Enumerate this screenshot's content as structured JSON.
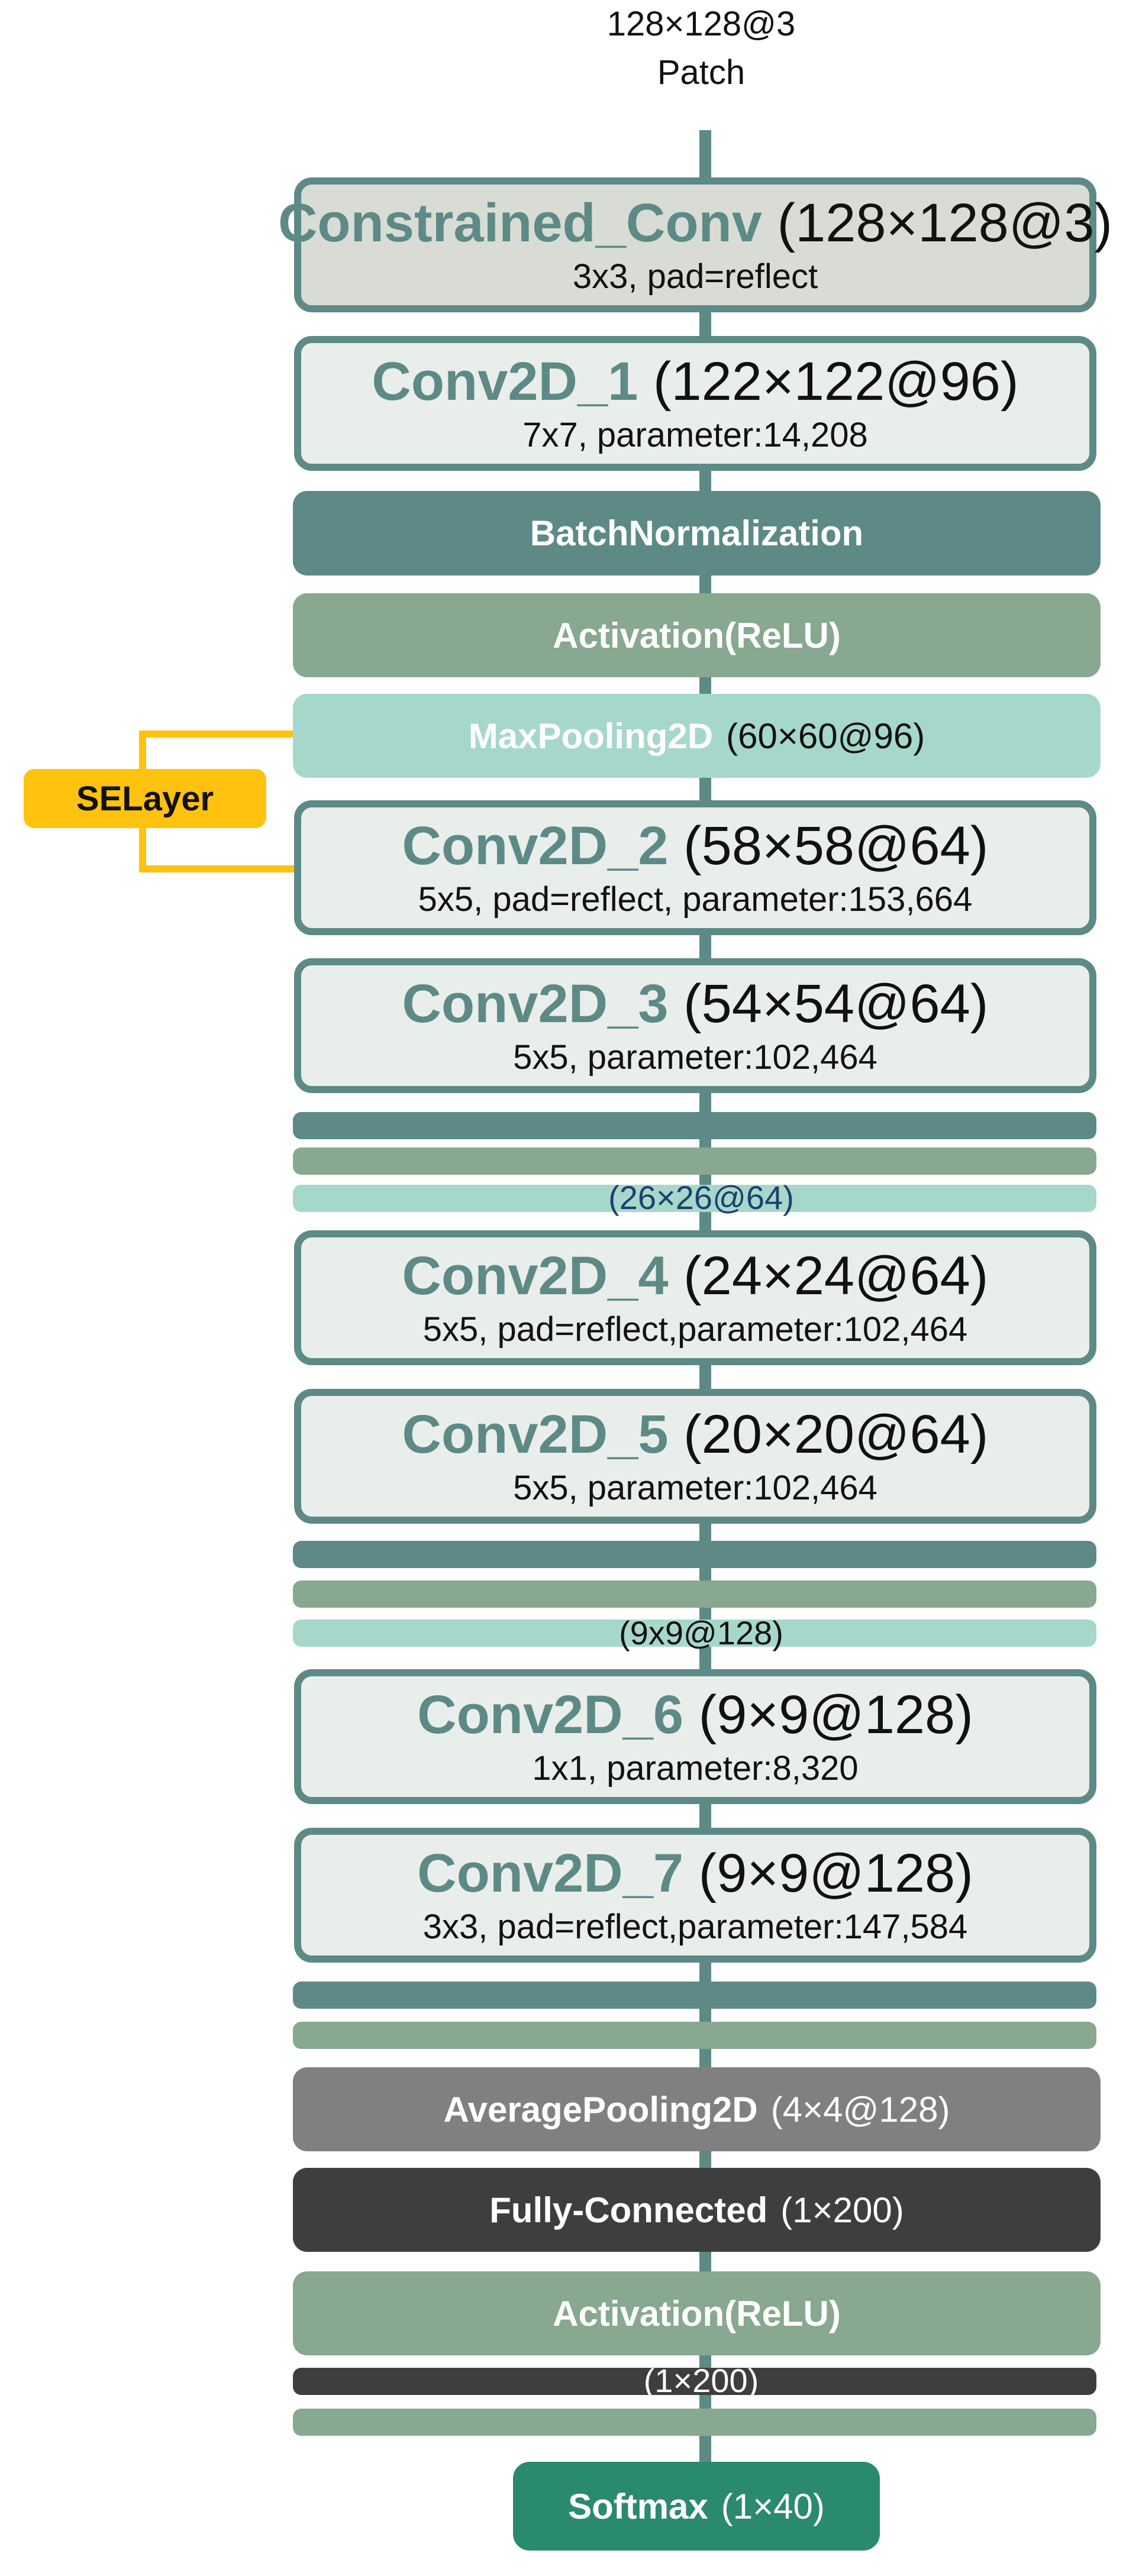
{
  "input": {
    "dims": "128×128@3",
    "label": "Patch"
  },
  "layers": {
    "constrained_conv": {
      "name": "Constrained_Conv",
      "dims": "(128×128@3)",
      "detail": "3x3, pad=reflect"
    },
    "conv2d_1": {
      "name": "Conv2D_1",
      "dims": "(122×122@96)",
      "detail": "7x7, parameter:14,208"
    },
    "batchnorm": {
      "name": "BatchNormalization"
    },
    "activation_1": {
      "name": "Activation(ReLU)"
    },
    "maxpool_1": {
      "name": "MaxPooling2D",
      "dims": "(60×60@96)"
    },
    "selayer": {
      "name": "SELayer"
    },
    "conv2d_2": {
      "name": "Conv2D_2",
      "dims": "(58×58@64)",
      "detail": "5x5, pad=reflect, parameter:153,664"
    },
    "conv2d_3": {
      "name": "Conv2D_3",
      "dims": "(54×54@64)",
      "detail": "5x5, parameter:102,464"
    },
    "pool_2_dims": "(26×26@64)",
    "conv2d_4": {
      "name": "Conv2D_4",
      "dims": "(24×24@64)",
      "detail": "5x5, pad=reflect,parameter:102,464"
    },
    "conv2d_5": {
      "name": "Conv2D_5",
      "dims": "(20×20@64)",
      "detail": "5x5, parameter:102,464"
    },
    "pool_3_dims": "(9x9@128)",
    "conv2d_6": {
      "name": "Conv2D_6",
      "dims": "(9×9@128)",
      "detail": "1x1, parameter:8,320"
    },
    "conv2d_7": {
      "name": "Conv2D_7",
      "dims": "(9×9@128)",
      "detail": "3x3, pad=reflect,parameter:147,584"
    },
    "avgpool": {
      "name": "AveragePooling2D",
      "dims": "(4×4@128)"
    },
    "fc": {
      "name": "Fully-Connected",
      "dims": "(1×200)"
    },
    "activation_2": {
      "name": "Activation(ReLU)"
    },
    "fc_out_dims": "(1×200)",
    "softmax": {
      "name": "Softmax",
      "dims": "(1×40)"
    }
  }
}
